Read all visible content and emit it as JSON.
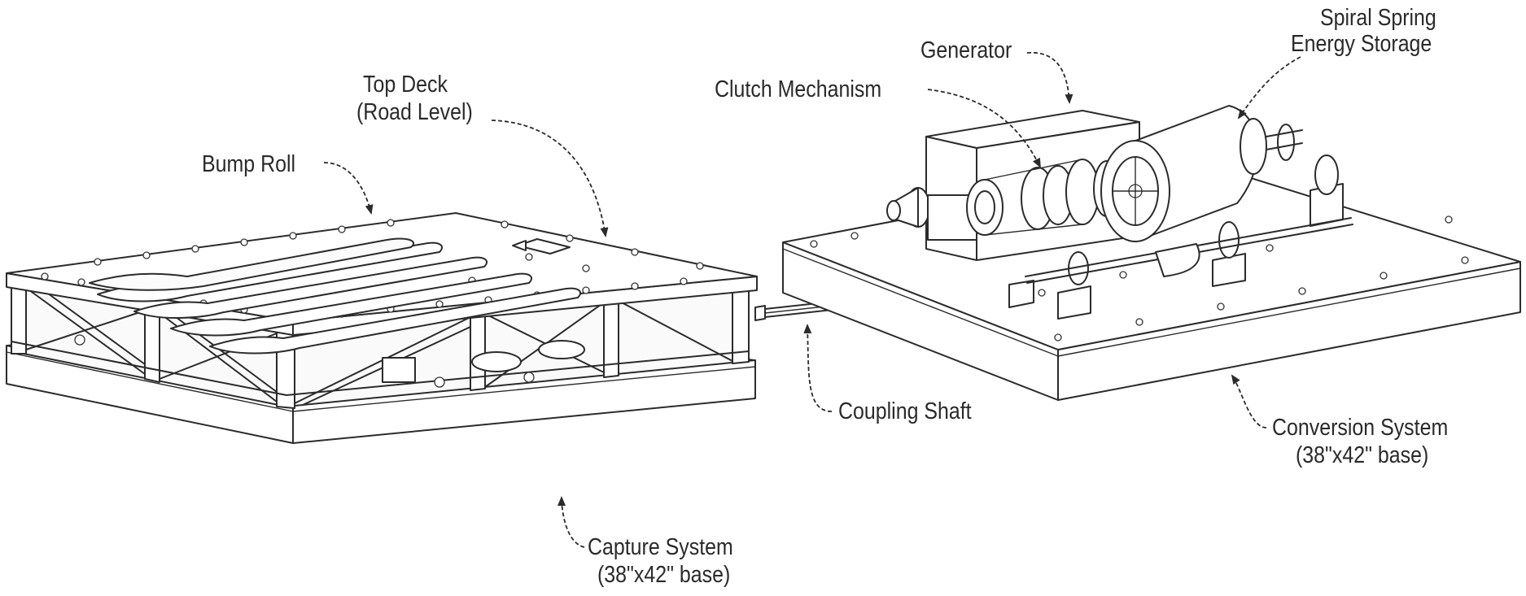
{
  "labels": {
    "bump_roll": "Bump Roll",
    "top_deck_line1": "Top Deck",
    "top_deck_line2": "(Road Level)",
    "clutch": "Clutch Mechanism",
    "generator": "Generator",
    "spring_line1": "Spiral Spring",
    "spring_line2": "Energy Storage",
    "coupling": "Coupling Shaft",
    "conversion_line1": "Conversion System",
    "conversion_line2": "(38\"x42\" base)",
    "capture_line1": "Capture System",
    "capture_line2": "(38\"x42\" base)"
  },
  "colors": {
    "line": "#2b2b2b",
    "text": "#2a2a2a",
    "background": "#ffffff"
  }
}
